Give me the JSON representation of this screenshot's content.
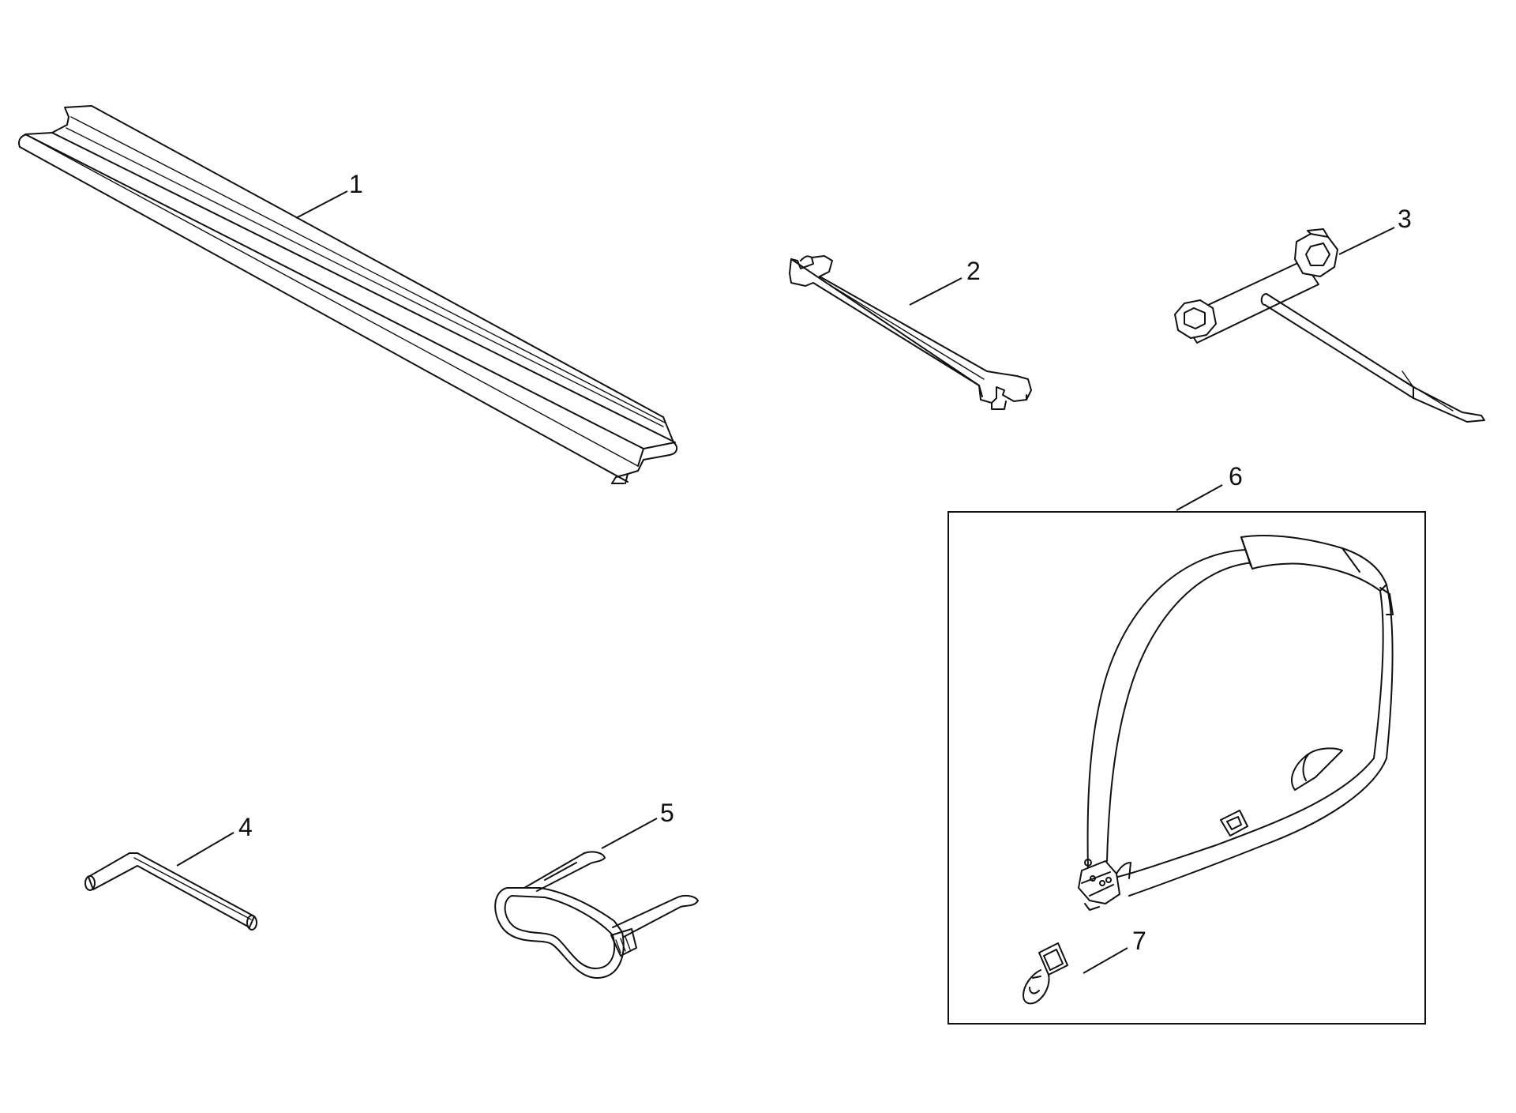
{
  "diagram": {
    "parts": [
      {
        "callout": "1",
        "icon": "guard-strip-icon"
      },
      {
        "callout": "2",
        "icon": "open-end-wrench-icon"
      },
      {
        "callout": "3",
        "icon": "spark-plug-socket-wrench-icon"
      },
      {
        "callout": "4",
        "icon": "hex-key-icon"
      },
      {
        "callout": "5",
        "icon": "safety-goggles-icon"
      },
      {
        "callout": "6",
        "icon": "shoulder-strap-icon"
      },
      {
        "callout": "7",
        "icon": "strap-hook-icon"
      }
    ],
    "line_color": "#111111",
    "background_color": "#ffffff"
  }
}
